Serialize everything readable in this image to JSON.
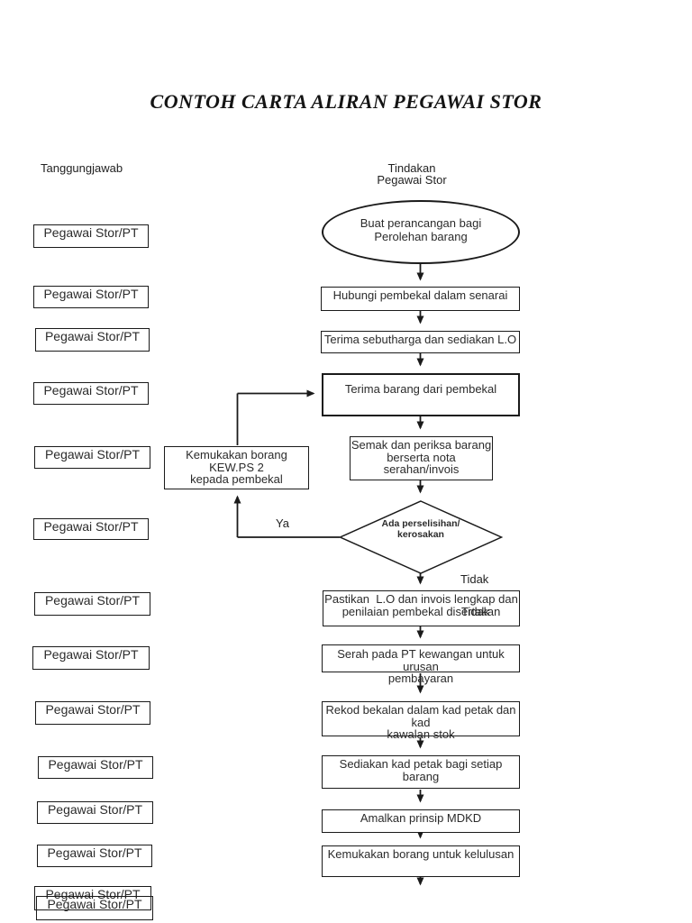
{
  "title": "CONTOH CARTA ALIRAN PEGAWAI STOR",
  "columns": {
    "left_header": "Tanggungjawab",
    "right_header": "Tindakan\nPegawai Stor"
  },
  "responsibility_label": "Pegawai Stor/PT",
  "flow": {
    "start": "Buat perancangan bagi\nPerolehan barang",
    "steps": [
      "Hubungi pembekal dalam senarai",
      "Terima sebutharga dan sediakan L.O",
      "Terima barang dari pembekal",
      "Semak dan periksa barang\nberserta nota serahan/invois",
      "Pastikan  L.O dan invois lengkap dan\npenilaian pembekal disertakan",
      "Serah pada PT kewangan untuk urusan\npembayaran",
      "Rekod bekalan dalam kad petak dan kad\nkawalan stok",
      "Sediakan kad petak bagi setiap barang",
      "Amalkan prinsip MDKD",
      "Kemukakan borang untuk kelulusan"
    ],
    "decision": "Ada perselisihan/\nkerosakan",
    "loop_box": "Kemukakan borang KEW.PS 2\nkepada pembekal",
    "label_yes": "Ya",
    "label_no": "Tidak"
  },
  "colors": {
    "line": "#1a1a1a",
    "text": "#2b2b2b",
    "background": "#ffffff"
  }
}
